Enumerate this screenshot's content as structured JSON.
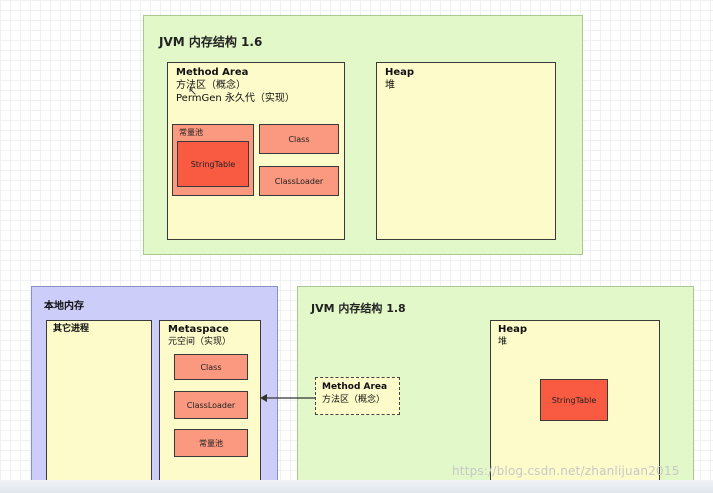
{
  "jvm16": {
    "title": "JVM 内存结构 1.6",
    "method_area": {
      "line1": "Method Area",
      "line2": "方法区（概念）",
      "line3": "PermGen 永久代（实现）"
    },
    "constant_pool": "常量池",
    "string_table": "StringTable",
    "class": "Class",
    "class_loader": "ClassLoader",
    "heap": {
      "line1": "Heap",
      "line2": "堆"
    }
  },
  "native_memory": {
    "title": "本地内存",
    "other_process": "其它进程",
    "metaspace": {
      "line1": "Metaspace",
      "line2": "元空间（实现）",
      "class": "Class",
      "class_loader": "ClassLoader",
      "constant_pool": "常量池"
    }
  },
  "jvm18": {
    "title": "JVM 内存结构 1.8",
    "method_area": {
      "line1": "Method Area",
      "line2": "方法区（概念）"
    },
    "heap": {
      "line1": "Heap",
      "line2": "堆"
    },
    "string_table": "StringTable"
  },
  "watermark": "https://blog.csdn.net/zhanlijuan2015"
}
